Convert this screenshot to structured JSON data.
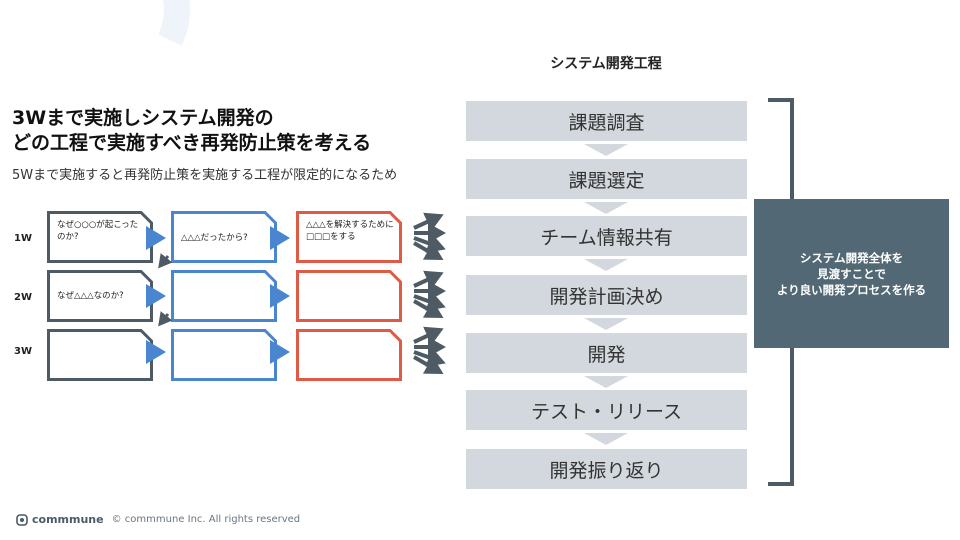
{
  "headline": {
    "line1": "3Wまで実施しシステム開発の",
    "line2": "どの工程で実施すべき再発防止策を考える"
  },
  "subheadline": "5Wまで実施すると再発防止策を実施する工程が限定的になるため",
  "rows": [
    {
      "label": "1W",
      "cards": [
        {
          "color": "#4e5a64",
          "text": "なぜ○○○が起こったのか?"
        },
        {
          "color": "#4a86d0",
          "text": "△△△だったから?"
        },
        {
          "color": "#df5b45",
          "text": "△△△を解決するために□□□をする"
        }
      ]
    },
    {
      "label": "2W",
      "cards": [
        {
          "color": "#4e5a64",
          "text": "なぜ△△△なのか?"
        },
        {
          "color": "#4a86d0",
          "text": ""
        },
        {
          "color": "#df5b45",
          "text": ""
        }
      ]
    },
    {
      "label": "3W",
      "cards": [
        {
          "color": "#4e5a64",
          "text": ""
        },
        {
          "color": "#4a86d0",
          "text": ""
        },
        {
          "color": "#df5b45",
          "text": ""
        }
      ]
    }
  ],
  "process": {
    "title": "システム開発工程",
    "steps": [
      "課題調査",
      "課題選定",
      "チーム情報共有",
      "開発計画決め",
      "開発",
      "テスト・リリース",
      "開発振り返り"
    ]
  },
  "summary": {
    "lines": [
      "システム開発全体を",
      "見渡すことで",
      "より良い開発プロセスを作る"
    ]
  },
  "footer": {
    "brand": "commmune",
    "copyright": "© commmune Inc. All rights reserved"
  },
  "colors": {
    "arrow_blue": "#4a86d0",
    "arrow_gray": "#4e5a64",
    "step_bg": "#d2d8dd",
    "summary_bg": "#536875",
    "deco_arc": "#eef4fa"
  },
  "icons": [
    "commmune-logo-icon",
    "right-arrow-icon",
    "down-left-arrow-icon",
    "fan-arrows-icon",
    "down-triangle-icon",
    "bracket-icon"
  ]
}
